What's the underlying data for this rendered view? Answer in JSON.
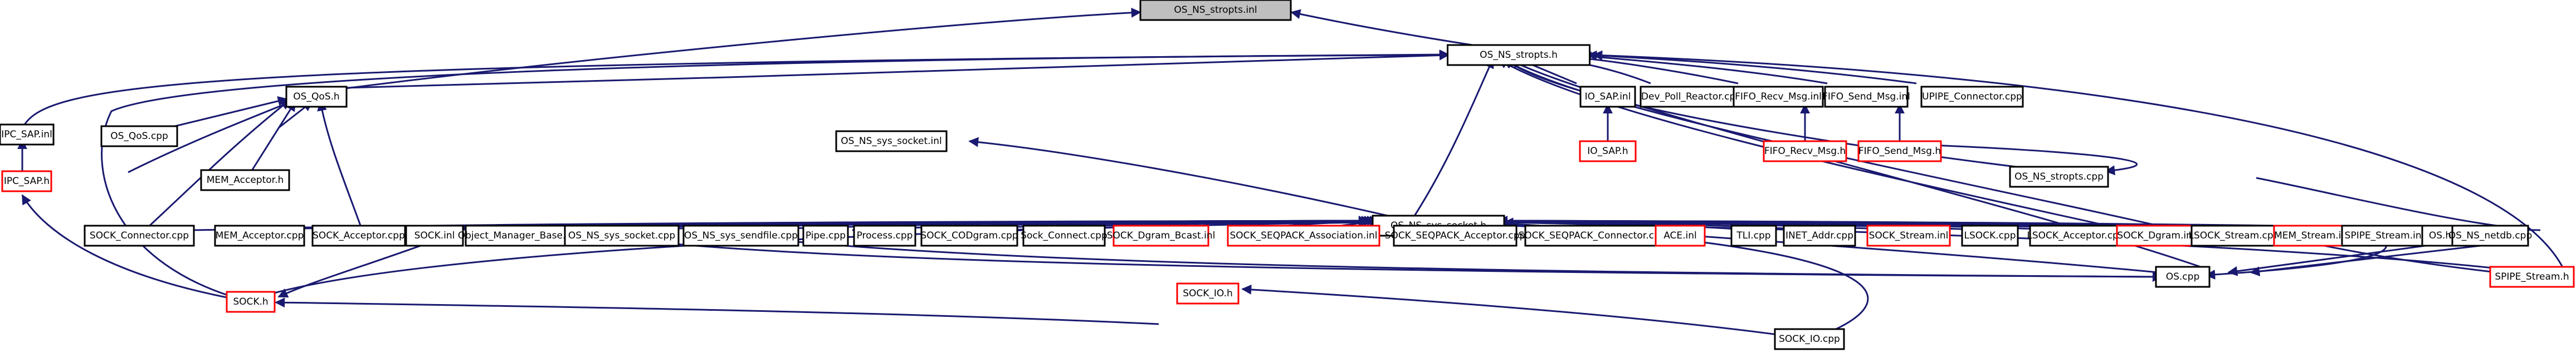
{
  "colors": {
    "edge": "#191970",
    "border_default": "#000000",
    "border_missing": "#ff0000",
    "root_fill": "#bfbfbf"
  },
  "nodes": [
    {
      "id": "osns_inl",
      "label": "OS_NS_stropts.inl",
      "style": "root"
    },
    {
      "id": "osns_h",
      "label": "OS_NS_stropts.h",
      "style": "black"
    },
    {
      "id": "osqos",
      "label": "OS_QoS.h",
      "style": "black"
    },
    {
      "id": "ioinl",
      "label": "IO_SAP.inl",
      "style": "black"
    },
    {
      "id": "devpoll",
      "label": "Dev_Poll_Reactor.cpp",
      "style": "black"
    },
    {
      "id": "forecvinl",
      "label": "FIFO_Recv_Msg.inl",
      "style": "black"
    },
    {
      "id": "fosendinl",
      "label": "FIFO_Send_Msg.inl",
      "style": "black"
    },
    {
      "id": "upipe",
      "label": "UPIPE_Connector.cpp",
      "style": "black"
    },
    {
      "id": "ipcinl",
      "label": "IPC_SAP.inl",
      "style": "black"
    },
    {
      "id": "ioh",
      "label": "IO_SAP.h",
      "style": "red"
    },
    {
      "id": "forecvh",
      "label": "FIFO_Recv_Msg.h",
      "style": "red"
    },
    {
      "id": "fosendh",
      "label": "FIFO_Send_Msg.h",
      "style": "red"
    },
    {
      "id": "ipch",
      "label": "IPC_SAP.h",
      "style": "red"
    },
    {
      "id": "osqoscpp",
      "label": "OS_QoS.cpp",
      "style": "black"
    },
    {
      "id": "sockinl_ns",
      "label": "OS_NS_sys_socket.inl",
      "style": "black"
    },
    {
      "id": "memaccepth",
      "label": "MEM_Acceptor.h",
      "style": "black"
    },
    {
      "id": "stroptscpp",
      "label": "OS_NS_stropts.cpp",
      "style": "black"
    },
    {
      "id": "sockh_ns",
      "label": "OS_NS_sys_socket.h",
      "style": "black"
    },
    {
      "id": "sockconn",
      "label": "SOCK_Connector.cpp",
      "style": "black"
    },
    {
      "id": "memacccpp",
      "label": "MEM_Acceptor.cpp",
      "style": "black"
    },
    {
      "id": "sockacccpp",
      "label": "SOCK_Acceptor.cpp",
      "style": "black"
    },
    {
      "id": "sockinl",
      "label": "SOCK.inl",
      "style": "black"
    },
    {
      "id": "objmgr",
      "label": "Object_Manager_Base.cpp",
      "style": "black"
    },
    {
      "id": "nssockcpp",
      "label": "OS_NS_sys_socket.cpp",
      "style": "black"
    },
    {
      "id": "nssendfile",
      "label": "OS_NS_sys_sendfile.cpp",
      "style": "black"
    },
    {
      "id": "pipecpp",
      "label": "Pipe.cpp",
      "style": "black"
    },
    {
      "id": "processcpp",
      "label": "Process.cpp",
      "style": "black"
    },
    {
      "id": "codgram",
      "label": "SOCK_CODgram.cpp",
      "style": "black"
    },
    {
      "id": "sockconnect",
      "label": "Sock_Connect.cpp",
      "style": "black"
    },
    {
      "id": "dgrambcast",
      "label": "SOCK_Dgram_Bcast.inl",
      "style": "red"
    },
    {
      "id": "seqassoc",
      "label": "SOCK_SEQPACK_Association.inl",
      "style": "red"
    },
    {
      "id": "seqacc",
      "label": "SOCK_SEQPACK_Acceptor.cpp",
      "style": "black"
    },
    {
      "id": "seqconn",
      "label": "SOCK_SEQPACK_Connector.cpp",
      "style": "black"
    },
    {
      "id": "aceinl",
      "label": "ACE.inl",
      "style": "red"
    },
    {
      "id": "tlicpp",
      "label": "TLI.cpp",
      "style": "black"
    },
    {
      "id": "inetaddr",
      "label": "INET_Addr.cpp",
      "style": "black"
    },
    {
      "id": "sockstreaminl",
      "label": "SOCK_Stream.inl",
      "style": "red"
    },
    {
      "id": "lsockcpp",
      "label": "LSOCK.cpp",
      "style": "black"
    },
    {
      "id": "lsockacc",
      "label": "LSOCK_Acceptor.cpp",
      "style": "black"
    },
    {
      "id": "sockdgraminl",
      "label": "SOCK_Dgram.inl",
      "style": "red"
    },
    {
      "id": "lsockstream",
      "label": "LSOCK_Stream.cpp",
      "style": "black"
    },
    {
      "id": "memstream",
      "label": "MEM_Stream.inl",
      "style": "red"
    },
    {
      "id": "spipeinl",
      "label": "SPIPE_Stream.inl",
      "style": "black"
    },
    {
      "id": "osh",
      "label": "OS.h",
      "style": "black"
    },
    {
      "id": "netdb",
      "label": "OS_NS_netdb.cpp",
      "style": "black"
    },
    {
      "id": "sockh",
      "label": "SOCK.h",
      "style": "red"
    },
    {
      "id": "oscpp",
      "label": "OS.cpp",
      "style": "black"
    },
    {
      "id": "spipeh",
      "label": "SPIPE_Stream.h",
      "style": "red"
    },
    {
      "id": "sockioh",
      "label": "SOCK_IO.h",
      "style": "red"
    },
    {
      "id": "sockiocpp",
      "label": "SOCK_IO.cpp",
      "style": "black"
    }
  ]
}
